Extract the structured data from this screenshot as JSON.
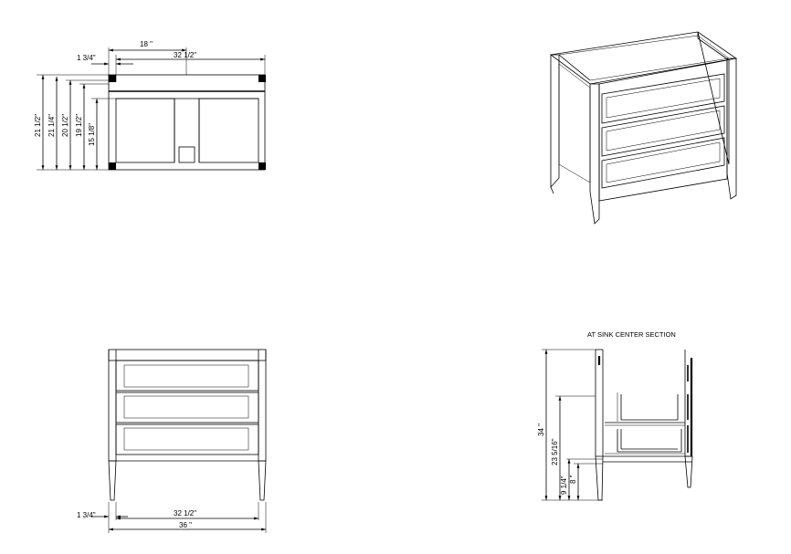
{
  "top_view": {
    "dim_width_half": "18 \"",
    "dim_width_inner": "32 1/2\"",
    "dim_leg": "1 3/4\"",
    "dim_depth_1": "21 1/2\"",
    "dim_depth_2": "21 1/4\"",
    "dim_depth_3": "20 1/2\"",
    "dim_depth_4": "19 1/2\"",
    "dim_depth_5": "15 1/8\""
  },
  "front_view": {
    "dim_leg": "1 3/4\"",
    "dim_inner": "32 1/2\"",
    "dim_overall": "36 \""
  },
  "section_view": {
    "title": "AT SINK CENTER SECTION",
    "dim_height": "34 \"",
    "dim_upper": "23 5/16\"",
    "dim_lower": "9 1/4\"",
    "dim_toe": "8 \""
  }
}
